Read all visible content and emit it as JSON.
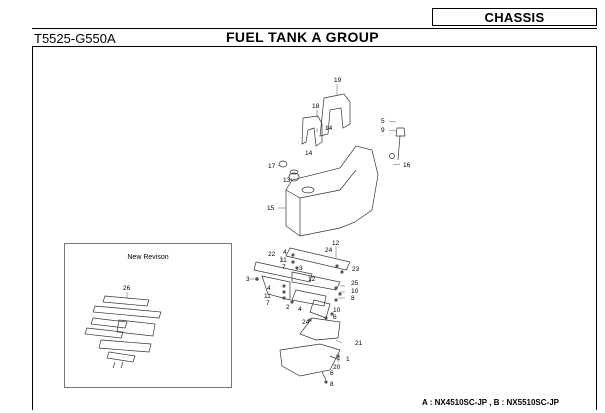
{
  "header": {
    "section": "CHASSIS",
    "part_code": "T5525-G550A",
    "title": "FUEL TANK A GROUP"
  },
  "inset": {
    "title": "New Revison",
    "callouts": [
      "26"
    ]
  },
  "callouts": [
    "19",
    "18",
    "14",
    "14",
    "17",
    "13",
    "15",
    "5",
    "9",
    "16",
    "12",
    "22",
    "4",
    "11",
    "7",
    "3",
    "24",
    "23",
    "3",
    "4",
    "11",
    "7",
    "2",
    "12",
    "25",
    "10",
    "8",
    "4",
    "24",
    "10",
    "6",
    "21",
    "20",
    "1",
    "6",
    "8"
  ],
  "footnote": "A : NX4510SC-JP , B : NX5510SC-JP"
}
